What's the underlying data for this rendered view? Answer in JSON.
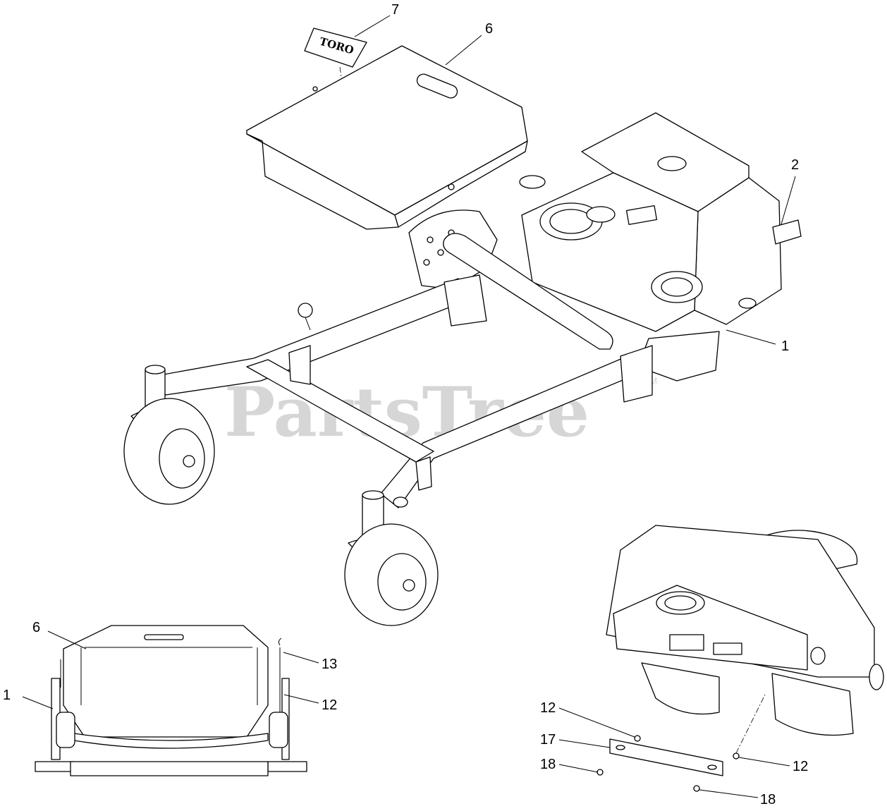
{
  "watermark": {
    "text": "PartsTree",
    "trademark": "TM"
  },
  "logo": {
    "text": "TORO"
  },
  "callouts": {
    "c7": "7",
    "c6": "6",
    "c2": "2",
    "c1": "1",
    "inset_left_6": "6",
    "inset_left_13": "13",
    "inset_left_1": "1",
    "inset_left_12": "12",
    "inset_right_12_top": "12",
    "inset_right_17": "17",
    "inset_right_18_left": "18",
    "inset_right_12_right": "12",
    "inset_right_18_bottom": "18"
  }
}
